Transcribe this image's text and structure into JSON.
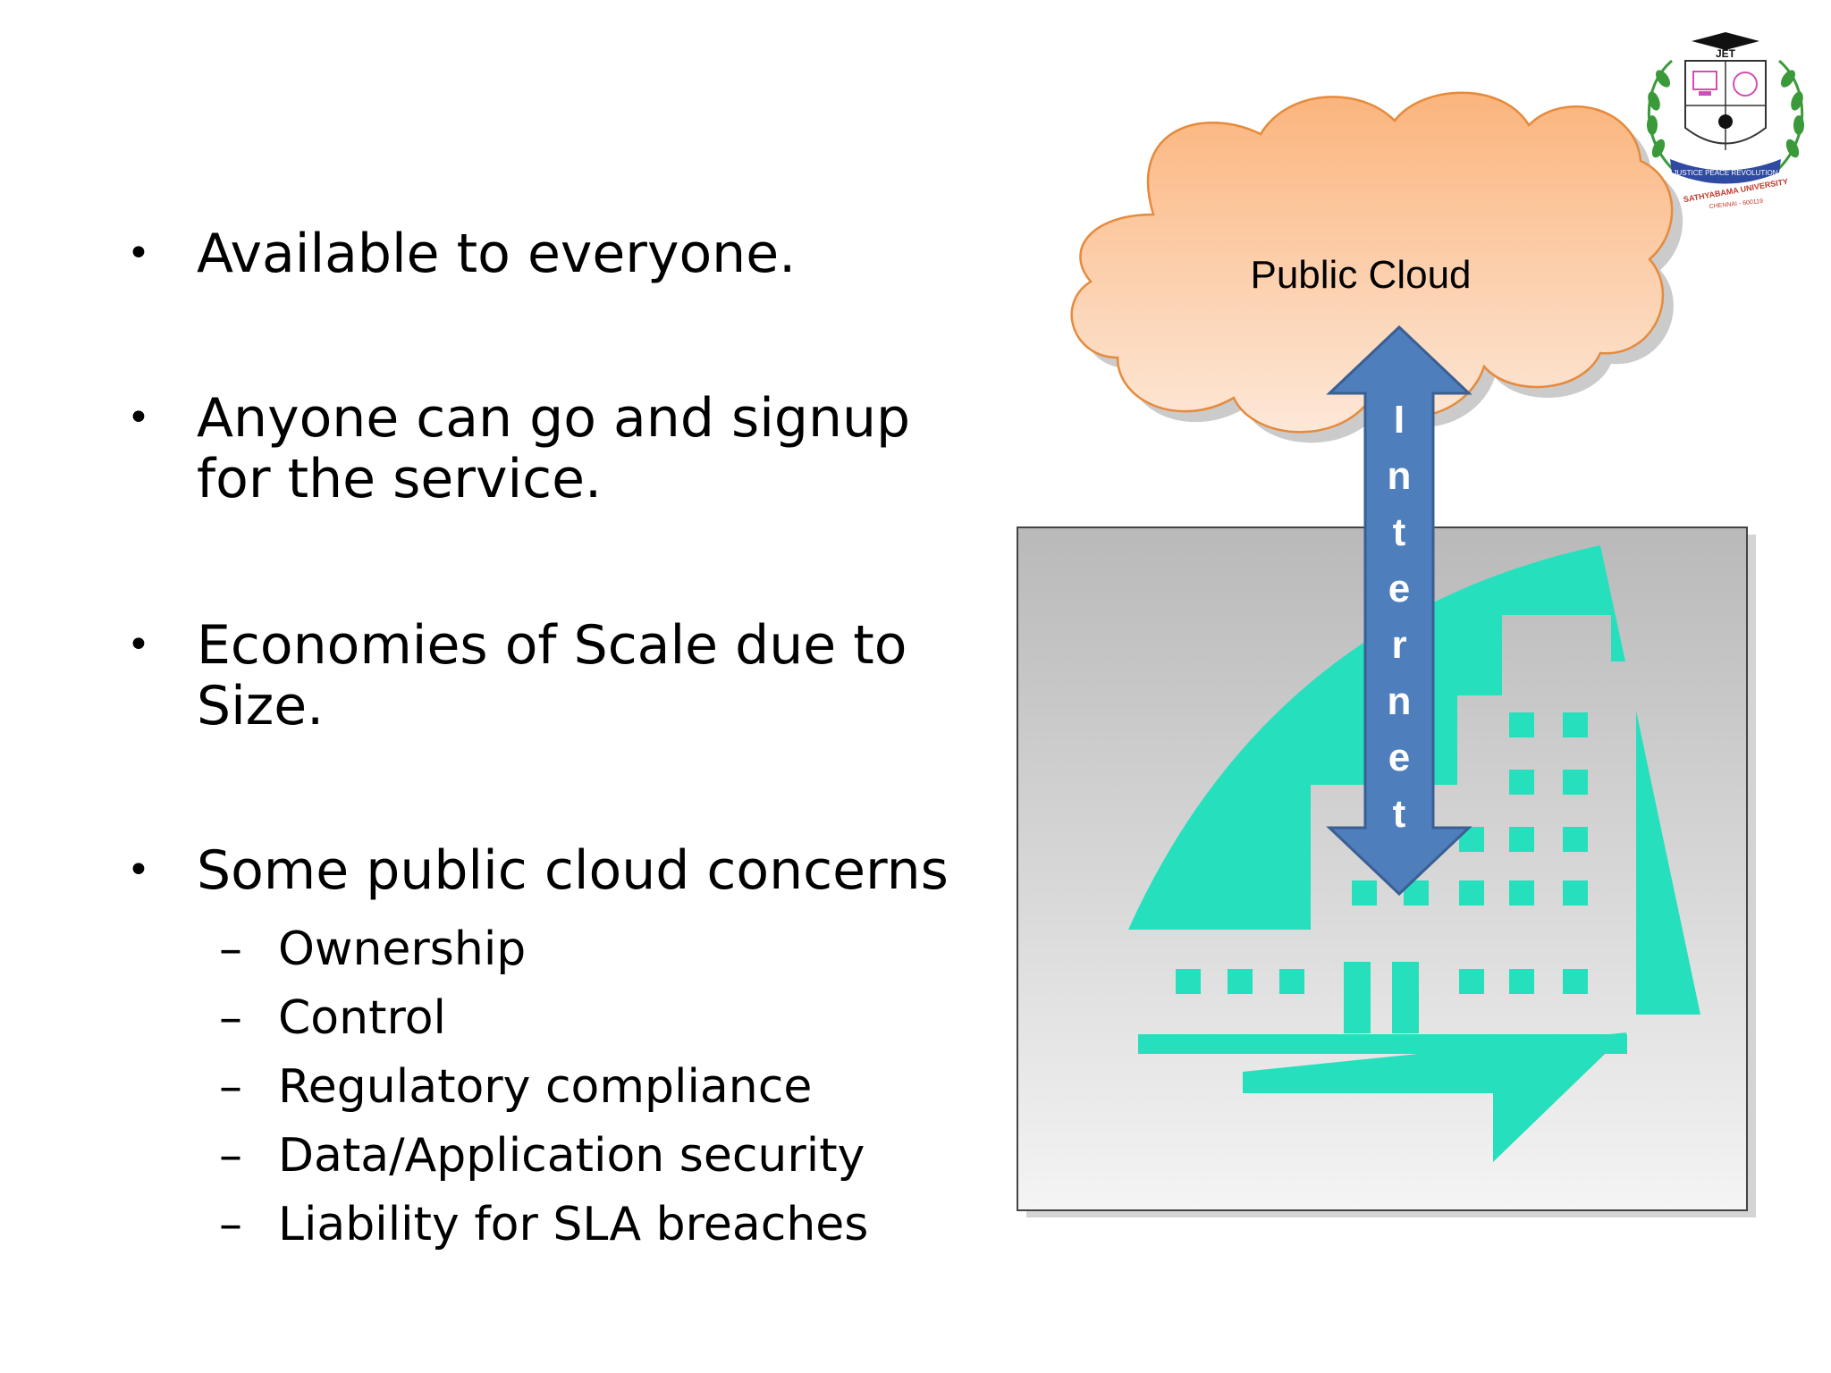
{
  "bullets": [
    {
      "lines": [
        "Available to everyone."
      ]
    },
    {
      "lines": [
        "Anyone can go and signup",
        "for the service."
      ]
    },
    {
      "lines": [
        "Economies of Scale due to",
        "Size."
      ]
    },
    {
      "lines": [
        "Some public cloud concerns"
      ]
    }
  ],
  "sub_bullets": [
    "Ownership",
    "Control",
    "Regulatory compliance",
    "Data/Application security",
    "Liability for SLA breaches"
  ],
  "bullet_marker": "•",
  "dash_marker": "–",
  "diagram": {
    "cloud_label": "Public Cloud",
    "arrow_letters": [
      "I",
      "n",
      "t",
      "e",
      "r",
      "n",
      "e",
      "t"
    ]
  },
  "logo": {
    "top_text": "JET",
    "ribbon_text": "JUSTICE PEACE REVOLUTION",
    "arc_text": "SATHYABAMA UNIVERSITY",
    "city_text": "CHENNAI - 600119"
  },
  "colors": {
    "cloud_fill_top": "#fbb47c",
    "cloud_fill_bottom": "#fde8d8",
    "cloud_stroke": "#e68a3c",
    "arrow_fill": "#4f7ebc",
    "arrow_stroke": "#3a5f92",
    "building": "#26e0bd",
    "box_top": "#b9b9b9",
    "box_bottom": "#f4f4f4"
  }
}
